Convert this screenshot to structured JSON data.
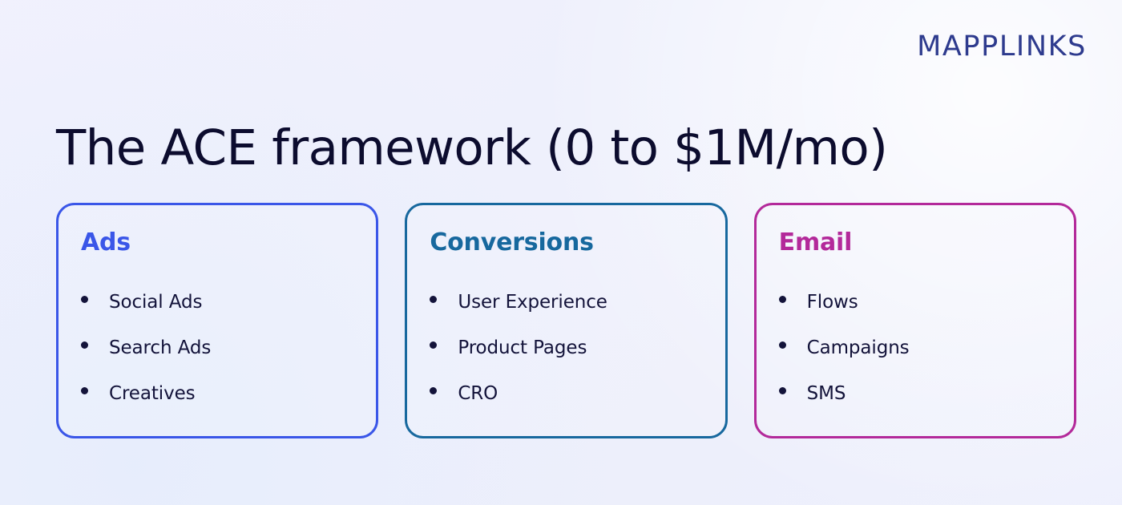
{
  "brand": {
    "logo_text": "MAPPLINKS",
    "logo_color": "#2e3b8e"
  },
  "headline": {
    "text": "The ACE framework (0 to $1M/mo)",
    "color": "#0c0c2e"
  },
  "background": {
    "base_color": "#f0f0fc"
  },
  "cards": [
    {
      "title": "Ads",
      "accent_color": "#3a56e8",
      "items": [
        "Social Ads",
        "Search Ads",
        "Creatives"
      ]
    },
    {
      "title": "Conversions",
      "accent_color": "#17689e",
      "items": [
        "User Experience",
        "Product Pages",
        "CRO"
      ]
    },
    {
      "title": "Email",
      "accent_color": "#b3299a",
      "items": [
        "Flows",
        "Campaigns",
        "SMS"
      ]
    }
  ]
}
